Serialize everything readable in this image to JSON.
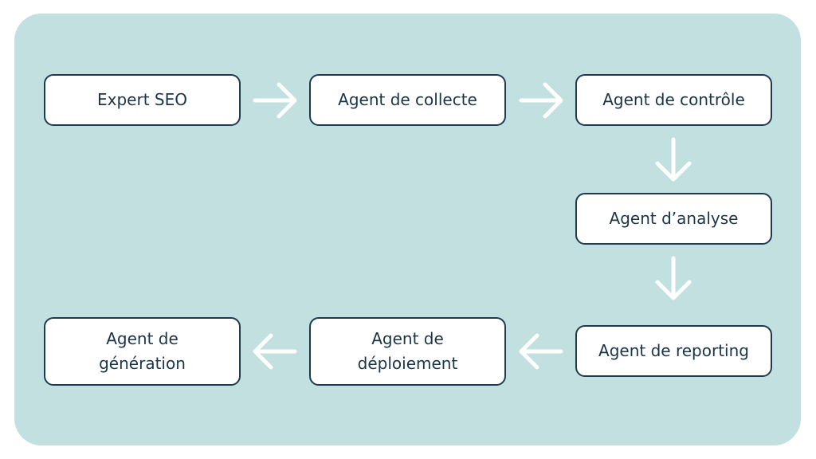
{
  "colors": {
    "panel_bg": "#c2e0df",
    "node_border": "#1e3a4f",
    "node_text": "#1b3548",
    "node_bg": "#ffffff",
    "arrow": "#ffffff"
  },
  "nodes": {
    "expert_seo": "Expert SEO",
    "collecte": "Agent de collecte",
    "controle": "Agent de contrôle",
    "analyse": "Agent d’analyse",
    "reporting": "Agent de reporting",
    "deploiement": "Agent de déploiement",
    "generation": "Agent de génération"
  }
}
